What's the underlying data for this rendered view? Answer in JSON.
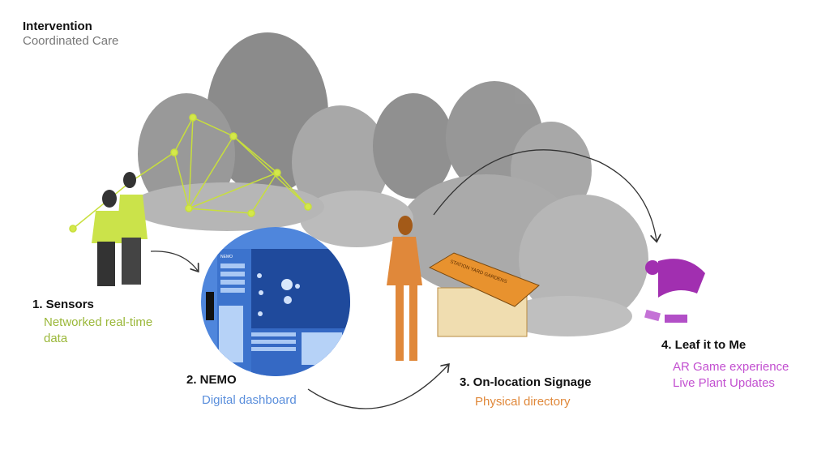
{
  "header": {
    "title": "Intervention",
    "subtitle": "Coordinated Care"
  },
  "steps": [
    {
      "label": "1. Sensors",
      "lines": [
        "Networked real-time",
        "data"
      ],
      "color": "#9bb83a"
    },
    {
      "label": "2. NEMO",
      "lines": [
        "Digital dashboard"
      ],
      "color": "#5b8fdc"
    },
    {
      "label": "3. On-location Signage",
      "lines": [
        "Physical directory"
      ],
      "color": "#e0883a"
    },
    {
      "label": "4. Leaf it to Me",
      "lines": [
        "AR Game experience",
        "Live Plant Updates"
      ],
      "color": "#c24fd0"
    }
  ],
  "dashboard": {
    "title": "NEMO"
  },
  "sign": {
    "title": "STATION YARD GARDENS"
  }
}
